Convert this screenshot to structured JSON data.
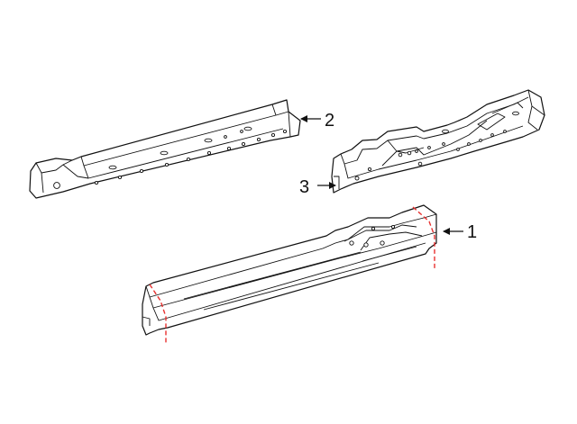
{
  "diagram": {
    "callouts": [
      {
        "id": "1",
        "label": "1"
      },
      {
        "id": "2",
        "label": "2"
      },
      {
        "id": "3",
        "label": "3"
      }
    ],
    "colors": {
      "line": "#111111",
      "cut_line": "#e8312f",
      "background": "#ffffff"
    }
  }
}
